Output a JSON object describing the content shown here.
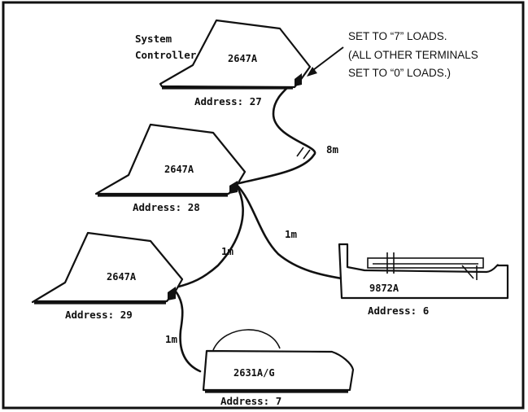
{
  "system_controller_label": [
    "System",
    "Controller"
  ],
  "note": {
    "lines": [
      "SET TO “7” LOADS.",
      "(ALL OTHER TERMINALS",
      "SET TO “0” LOADS.)"
    ]
  },
  "devices": [
    {
      "id": "terminal-1",
      "model": "2647A",
      "address": "Address: 27"
    },
    {
      "id": "terminal-2",
      "model": "2647A",
      "address": "Address: 28"
    },
    {
      "id": "terminal-3",
      "model": "2647A",
      "address": "Address: 29"
    },
    {
      "id": "plotter",
      "model": "9872A",
      "address": "Address: 6"
    },
    {
      "id": "printer",
      "model": "2631A/G",
      "address": "Address: 7"
    }
  ],
  "cable_lengths": {
    "c1": "8m",
    "c2": "1m",
    "c3": "1m",
    "c4": "1m"
  }
}
